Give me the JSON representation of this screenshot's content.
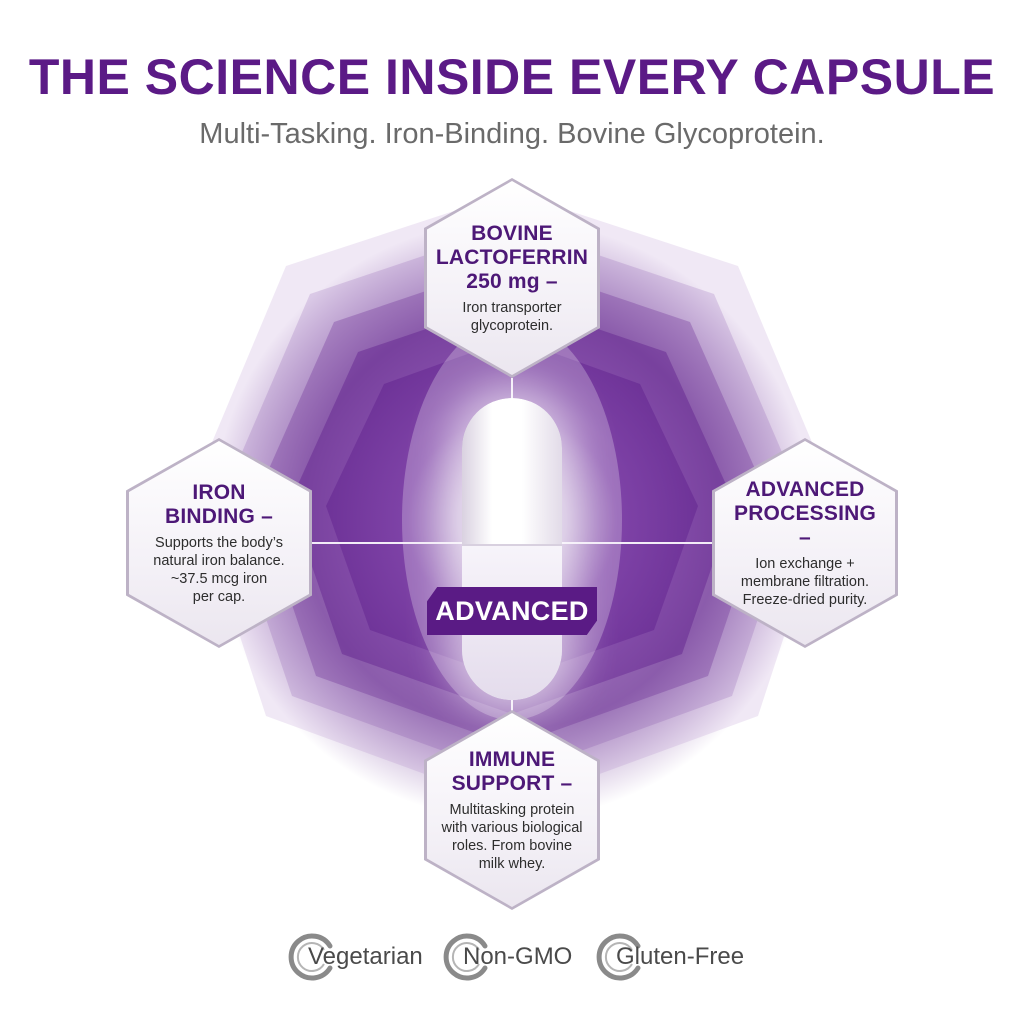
{
  "header": {
    "title": "THE SCIENCE INSIDE EVERY CAPSULE",
    "subtitle": "Multi-Tasking. Iron-Binding. Bovine Glycoprotein."
  },
  "center": {
    "badge_label": "ADVANCED"
  },
  "cards": {
    "top": {
      "title_line1": "BOVINE",
      "title_line2": "LACTOFERRIN",
      "title_line3": "250 mg –",
      "desc_line1": "Iron transporter",
      "desc_line2": "glycoprotein."
    },
    "left": {
      "title_line1": "IRON",
      "title_line2": "BINDING –",
      "desc_line1": "Supports the body’s",
      "desc_line2": "natural iron balance.",
      "desc_line3": "~37.5 mcg iron",
      "desc_line4": "per cap."
    },
    "right": {
      "title_line1": "ADVANCED",
      "title_line2": "PROCESSING –",
      "desc_line1": "Ion exchange +",
      "desc_line2": "membrane filtration.",
      "desc_line3": "Freeze-dried purity."
    },
    "bottom": {
      "title_line1": "IMMUNE",
      "title_line2": "SUPPORT –",
      "desc_line1": "Multitasking protein",
      "desc_line2": "with various biological",
      "desc_line3": "roles. From bovine",
      "desc_line4": "milk whey."
    }
  },
  "certifications": [
    {
      "label": "Vegetarian"
    },
    {
      "label": "Non-GMO"
    },
    {
      "label": "Gluten-Free"
    }
  ],
  "colors": {
    "brand_purple": "#5a1b85",
    "glow_purple": "#6b2d97",
    "text_gray": "#6a6a6a"
  }
}
